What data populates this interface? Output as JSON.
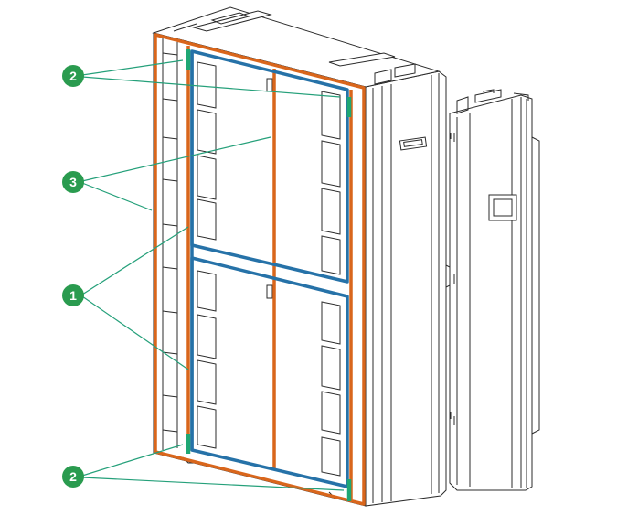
{
  "callouts": [
    {
      "id": "callout-2-top",
      "label": "2"
    },
    {
      "id": "callout-3",
      "label": "3"
    },
    {
      "id": "callout-1",
      "label": "1"
    },
    {
      "id": "callout-2-bottom",
      "label": "2"
    }
  ],
  "colors": {
    "orange_frame": "#d9661c",
    "blue_frame": "#2672a8",
    "green_marker": "#1ea774",
    "callout_fill": "#2a9b4f",
    "leader_line": "#25a07a",
    "line_art": "#2b2b2b"
  }
}
